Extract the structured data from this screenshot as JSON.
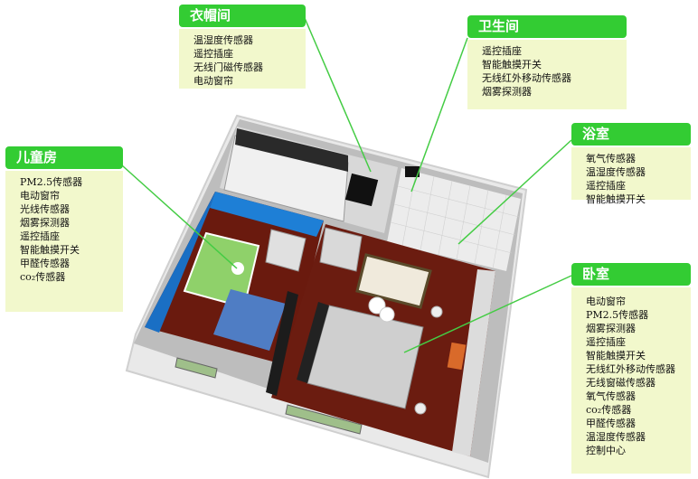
{
  "diagram": {
    "type": "smart-home floor plan with room sensor callouts",
    "accent_color": "#33cc33",
    "label_body_color": "#f2f8cc"
  },
  "rooms": [
    {
      "id": "cloakroom",
      "title": "衣帽间",
      "items": [
        "温湿度传感器",
        "遥控插座",
        "无线门磁传感器",
        "电动窗帘"
      ]
    },
    {
      "id": "toilet",
      "title": "卫生间",
      "items": [
        "遥控插座",
        "智能触摸开关",
        "无线红外移动传感器",
        "烟雾探测器"
      ]
    },
    {
      "id": "bathroom",
      "title": "浴室",
      "items": [
        "氧气传感器",
        "温湿度传感器",
        "遥控插座",
        "智能触摸开关"
      ]
    },
    {
      "id": "kids-room",
      "title": "儿童房",
      "items": [
        "PM2.5传感器",
        "电动窗帘",
        "光线传感器",
        "烟雾探测器",
        "遥控插座",
        "智能触摸开关",
        "甲醛传感器",
        "co₂传感器"
      ]
    },
    {
      "id": "bedroom",
      "title": "卧室",
      "items": [
        "电动窗帘",
        "PM2.5传感器",
        "烟雾探测器",
        "遥控插座",
        "智能触摸开关",
        "无线红外移动传感器",
        "无线窗磁传感器",
        "氧气传感器",
        "co₂传感器",
        "甲醛传感器",
        "温湿度传感器",
        "控制中心"
      ]
    }
  ]
}
